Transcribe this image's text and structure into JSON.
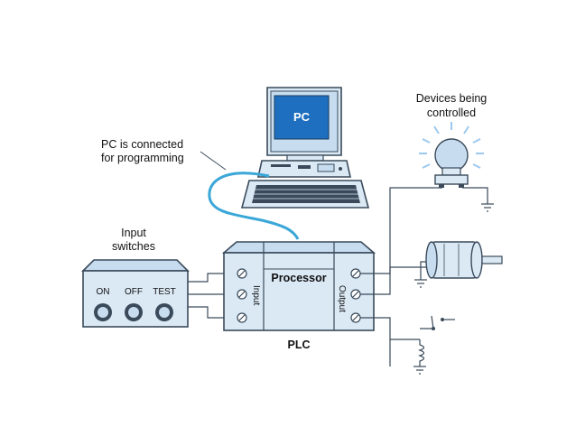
{
  "labels": {
    "pc_screen": "PC",
    "pc_note_line1": "PC is connected",
    "pc_note_line2": "for programming",
    "devices_line1": "Devices being",
    "devices_line2": "controlled",
    "input_switches_line1": "Input",
    "input_switches_line2": "switches",
    "switch_on": "ON",
    "switch_off": "OFF",
    "switch_test": "TEST",
    "processor": "Processor",
    "input_module": "Input",
    "output_module": "Output",
    "plc": "PLC"
  },
  "colors": {
    "panel": "#dbe9f5",
    "outline": "#3a4a5a",
    "screen": "#1f6fc0",
    "cable": "#3aa7d8",
    "glow": "#9cc9f0"
  }
}
